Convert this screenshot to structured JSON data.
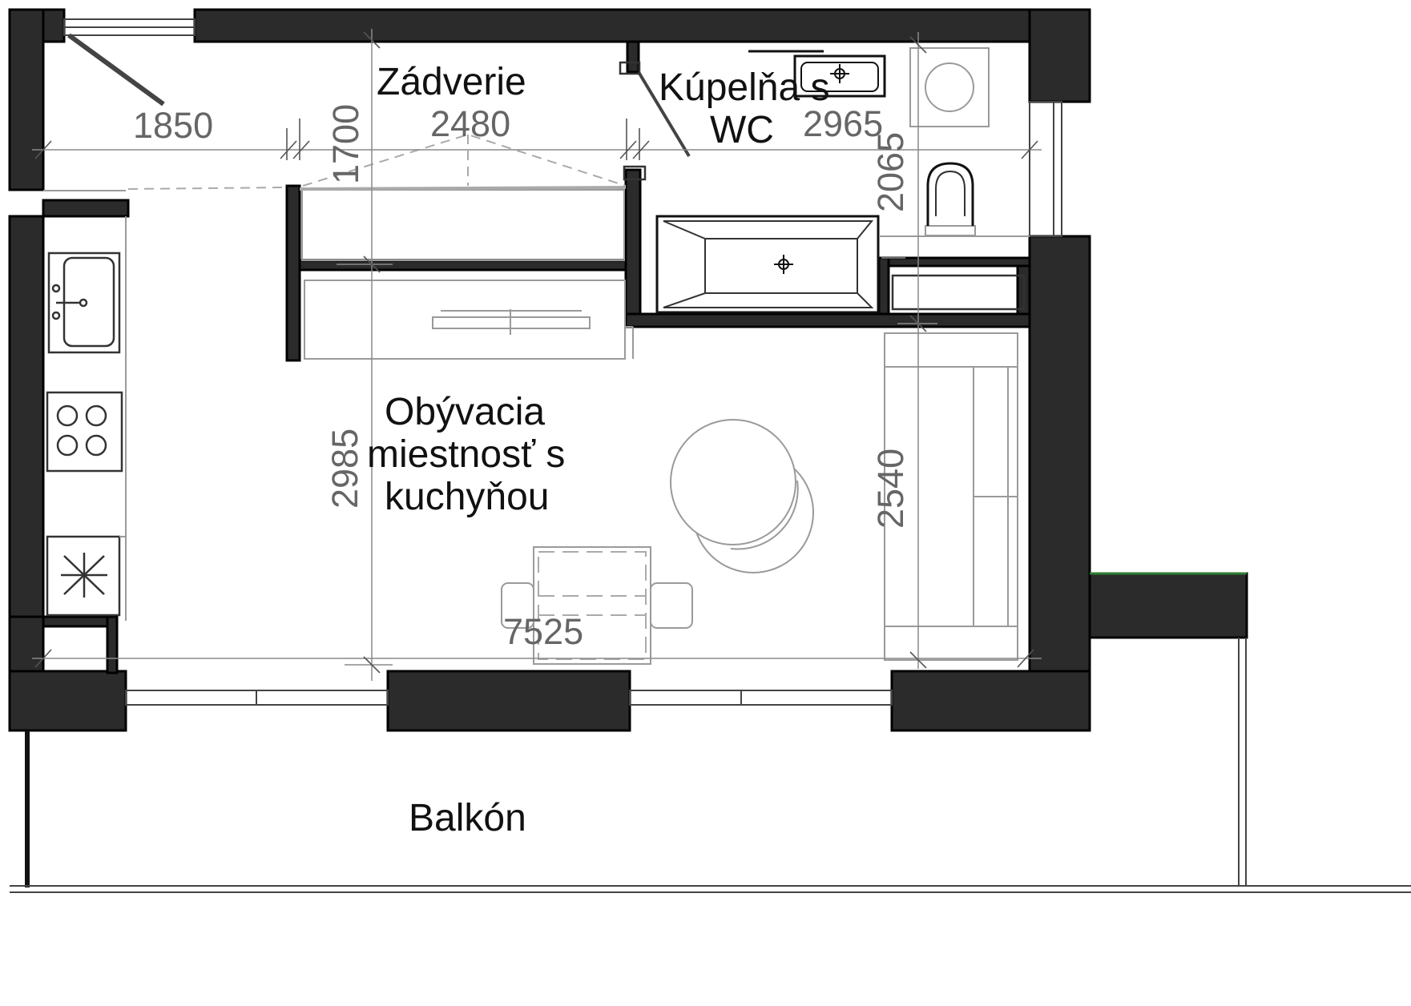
{
  "rooms": {
    "entrance": "Zádverie",
    "bath_line1": "Kúpelňa s",
    "bath_line2": "WC",
    "living_line1": "Obývacia",
    "living_line2": "miestnosť s",
    "living_line3": "kuchyňou",
    "balcony": "Balkón"
  },
  "dimensions": {
    "d1850": "1850",
    "d2480": "2480",
    "d1700": "1700",
    "d2965": "2965",
    "d2065": "2065",
    "d2985": "2985",
    "d2540": "2540",
    "d7525": "7525"
  },
  "colors": {
    "wall": "#2b2b2b",
    "furniture": "#9a9a9a",
    "balcony_edge": "#2e7d32"
  }
}
